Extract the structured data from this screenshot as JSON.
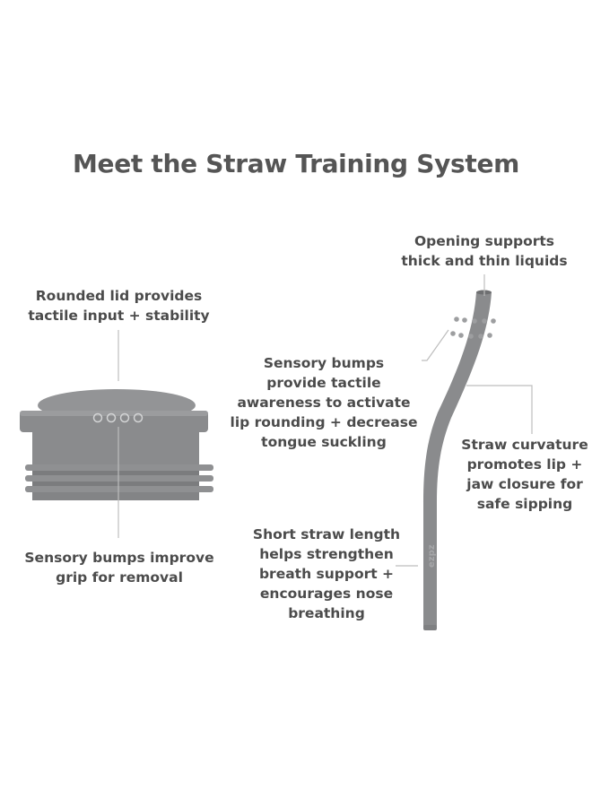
{
  "title": "Meet the Straw Training System",
  "labels": {
    "rounded_lid": "Rounded lid provides\ntactile input + stability",
    "grip": "Sensory bumps improve\ngrip for removal",
    "opening": "Opening supports\nthick and thin liquids",
    "straw_bumps": "Sensory bumps\nprovide tactile\nawareness to activate\nlip rounding + decrease\ntongue suckling",
    "curvature": "Straw curvature\npromotes lip +\njaw closure for\nsafe sipping",
    "short_length": "Short straw length\nhelps strengthen\nbreath support +\nencourages nose\nbreathing"
  },
  "straw_logo_text": "ezpz",
  "colors": {
    "product_gray": "#8a8b8d",
    "product_dark": "#707173",
    "product_light": "#9d9ea0",
    "line_gray": "#bdbdbd",
    "text": "#4b4b4b"
  }
}
